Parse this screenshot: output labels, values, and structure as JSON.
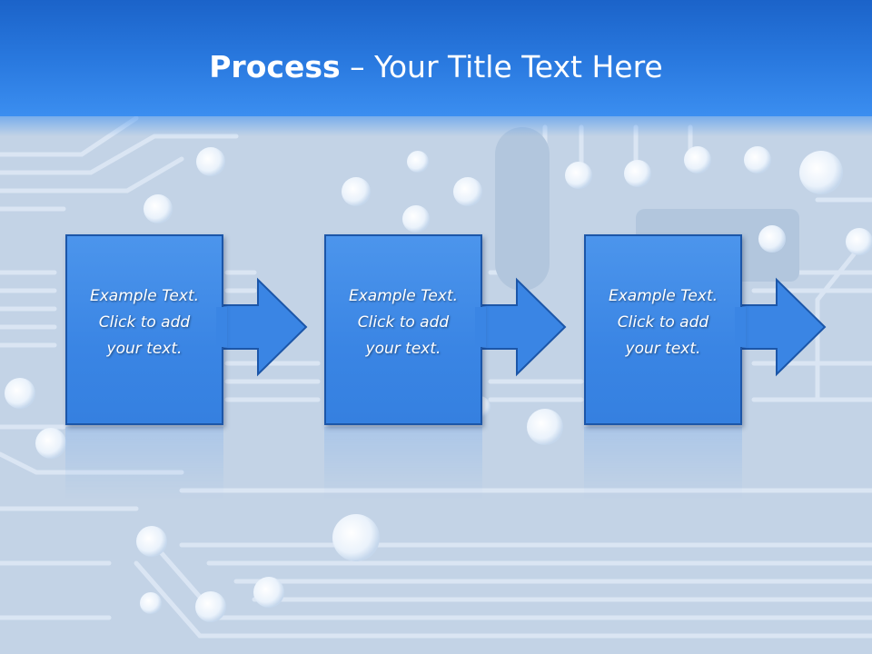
{
  "slide": {
    "title": {
      "bold": "Process",
      "rest": " – Your Title Text Here"
    },
    "steps": [
      {
        "text": "Example Text.\nClick  to add\nyour text."
      },
      {
        "text": "Example Text.\nClick  to add\nyour text."
      },
      {
        "text": "Example Text.\nClick  to add\nyour text."
      }
    ]
  },
  "colors": {
    "title_bar": "#2a7ae0",
    "box_fill": "#3a85e4",
    "box_border": "#1c56a8",
    "background": "#b9cce2"
  }
}
